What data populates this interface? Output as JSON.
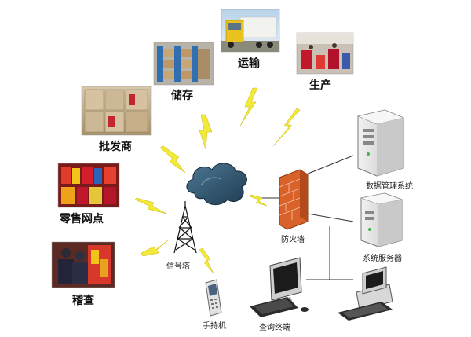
{
  "nodes": {
    "transport": "运输",
    "production": "生产",
    "storage": "储存",
    "wholesaler": "批发商",
    "retail": "零售网点",
    "inspection": "稽查",
    "signal_tower": "信号塔",
    "firewall": "防火墙",
    "database_system": "数据管理系统",
    "system_server": "系统服务器",
    "handheld": "手持机",
    "query_terminal": "查询终端"
  },
  "icons": {
    "cloud": "network-cloud-icon",
    "tower": "signal-tower-icon",
    "firewall": "firewall-icon",
    "server": "server-icon",
    "handheld": "handheld-device-icon",
    "computer": "desktop-computer-icon",
    "wireless": "lightning-link-icon"
  },
  "colors": {
    "cloud": "#2e5673",
    "wireless_bolt": "#f2ea3a",
    "firewall_brick": "#d9622b",
    "server_body": "#e4e4e4",
    "wire": "#333333"
  }
}
